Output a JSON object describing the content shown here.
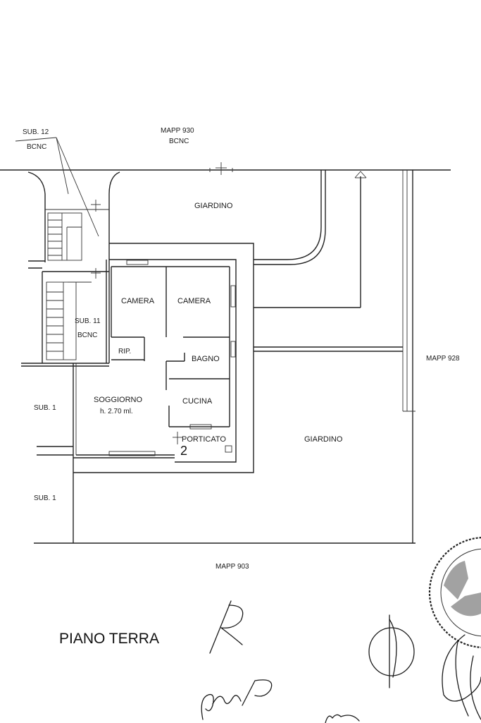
{
  "labels": {
    "sub12": "SUB. 12",
    "sub12_bcnc": "BCNC",
    "mapp930": "MAPP 930",
    "mapp930_bcnc": "BCNC",
    "giardino_top": "GIARDINO",
    "camera_left": "CAMERA",
    "camera_right": "CAMERA",
    "sub11": "SUB. 11",
    "sub11_bcnc": "BCNC",
    "rip": "RIP.",
    "bagno": "BAGNO",
    "soggiorno": "SOGGIORNO",
    "soggiorno_height": "h. 2.70 ml.",
    "cucina": "CUCINA",
    "porticato": "PORTICATO",
    "porticato_number": "2",
    "giardino_right": "GIARDINO",
    "mapp928": "MAPP 928",
    "sub1_upper": "SUB. 1",
    "sub1_lower": "SUB. 1",
    "mapp903": "MAPP 903",
    "floor_title": "PIANO TERRA"
  }
}
